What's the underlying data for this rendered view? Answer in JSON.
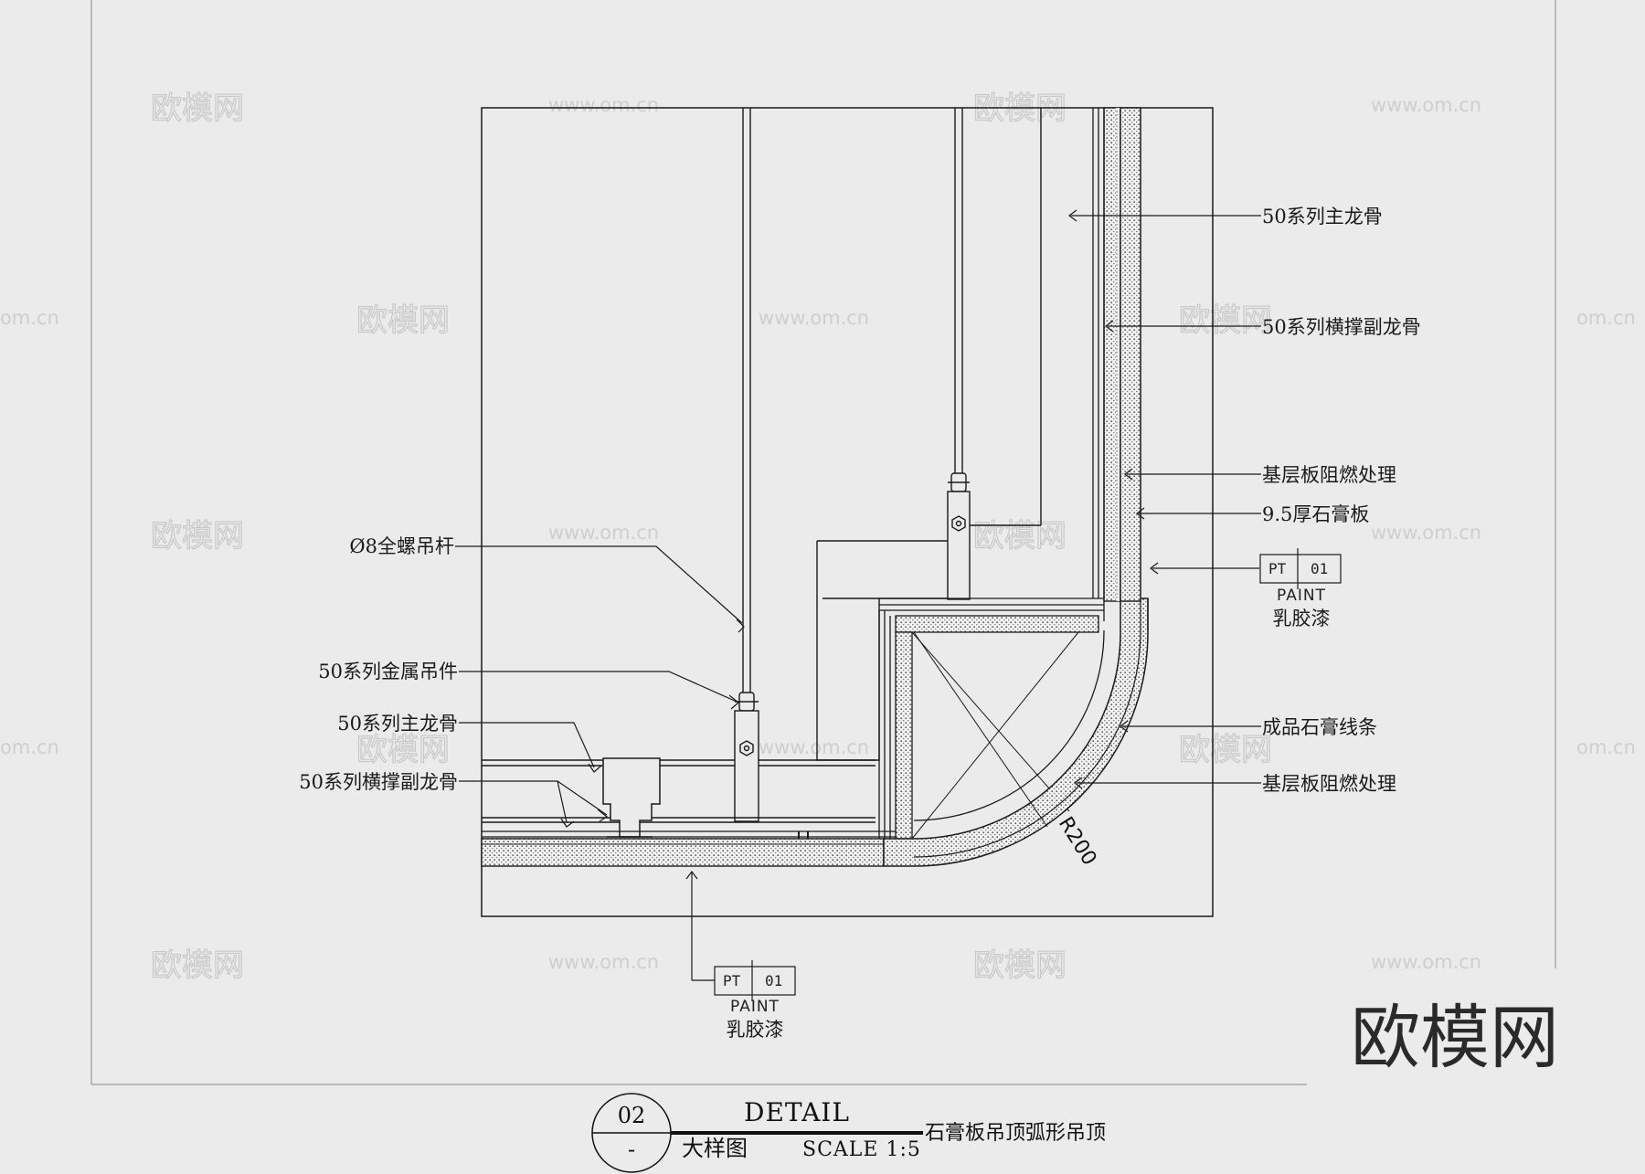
{
  "watermarks": {
    "brand": "欧模网",
    "url": "www.om.cn",
    "url_short": "om.cn"
  },
  "logo": "欧模网",
  "labels": {
    "right": [
      "50系列主龙骨",
      "50系列横撑副龙骨",
      "基层板阻燃处理",
      "9.5厚石膏板",
      "成品石膏线条",
      "基层板阻燃处理"
    ],
    "left": [
      "Ø8全螺吊杆",
      "50系列金属吊件",
      "50系列主龙骨",
      "50系列横撑副龙骨"
    ]
  },
  "radius_label": "R200",
  "paint_tags": [
    {
      "code": "PT",
      "num": "01",
      "word": "PAINT",
      "name": "乳胶漆"
    },
    {
      "code": "PT",
      "num": "01",
      "word": "PAINT",
      "name": "乳胶漆"
    }
  ],
  "title_block": {
    "number": "02",
    "dash": "-",
    "title": "DETAIL",
    "subtitle": "大样图",
    "scale": "SCALE 1:5",
    "description": "石膏板吊顶弧形吊顶"
  },
  "colors": {
    "background": "#ebebeb",
    "line": "#1a1a1a",
    "watermark": "#c9c9c9"
  }
}
